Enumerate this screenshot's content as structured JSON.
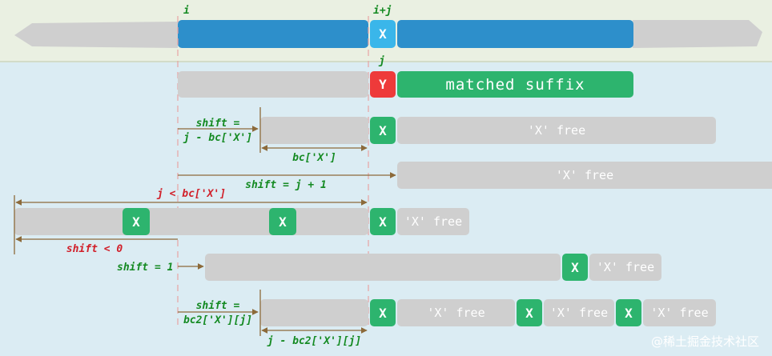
{
  "labels": {
    "i": "i",
    "i_plus_j": "i+j",
    "j": "j",
    "x": "X",
    "y": "Y",
    "matched_suffix": "matched suffix",
    "x_free": "'X' free",
    "shift_eq": "shift =",
    "j_minus_bc": "j - bc['X']",
    "bc_x": "bc['X']",
    "shift_j_plus_1": "shift = j + 1",
    "j_lt_bc": "j < bc['X']",
    "shift_lt_0": "shift < 0",
    "shift_1": "shift = 1",
    "bc2": "bc2['X'][j]",
    "j_minus_bc2": "j - bc2['X'][j]"
  },
  "watermark": "@稀土掘金技术社区",
  "colors": {
    "text_blue": "#2d8fcb",
    "x_char": "#3ab6ea",
    "mismatch": "#ee3a3a",
    "match": "#2db46e",
    "empty": "#cfcfcf",
    "label_green": "#148a22",
    "label_red": "#d1202a"
  }
}
